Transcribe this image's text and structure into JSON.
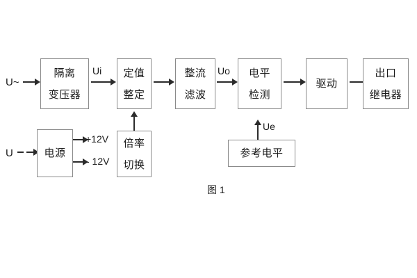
{
  "figure": {
    "caption": "图 1",
    "blocks": [
      {
        "id": "isolation-transformer",
        "lines": [
          "隔离",
          "变压器"
        ]
      },
      {
        "id": "setting-value",
        "lines": [
          "定值",
          "整定"
        ]
      },
      {
        "id": "rectify-filter",
        "lines": [
          "整流",
          "滤波"
        ]
      },
      {
        "id": "level-detection",
        "lines": [
          "电平",
          "检测"
        ]
      },
      {
        "id": "drive",
        "lines": [
          "驱动"
        ]
      },
      {
        "id": "output-relay",
        "lines": [
          "出口",
          "继电器"
        ]
      },
      {
        "id": "power-supply",
        "lines": [
          "电源"
        ]
      },
      {
        "id": "multiplier-switch",
        "lines": [
          "倍率",
          "切换"
        ]
      },
      {
        "id": "reference-level",
        "lines": [
          "参考电平"
        ]
      }
    ],
    "signals": {
      "input_ac": "U~",
      "input_dc": "U",
      "ui": "Ui",
      "uo": "Uo",
      "ue": "Ue",
      "supply_positive": "+12V",
      "supply_negative": "- 12V"
    }
  }
}
